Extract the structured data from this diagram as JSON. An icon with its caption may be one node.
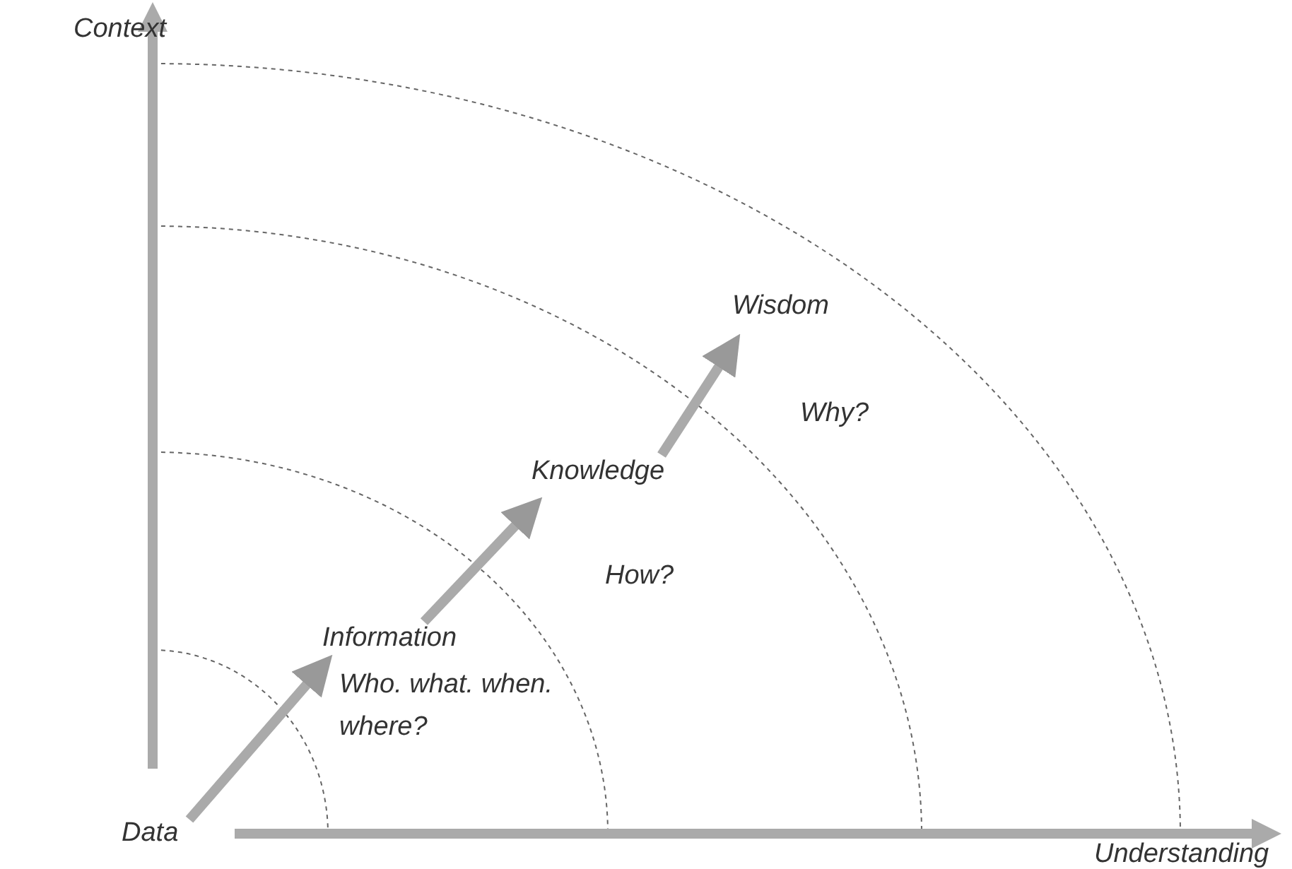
{
  "diagram": {
    "nodes": [
      {
        "text": [
          "Data"
        ]
      },
      {
        "text": [
          "Information",
          "Who. what. when. where?"
        ]
      },
      {
        "text": [
          "Knowledge",
          "How?"
        ]
      },
      {
        "text": [
          "Wisdom",
          "Why?"
        ]
      }
    ],
    "edges": [
      {
        "from": 0,
        "to": 1,
        "arrow": "to"
      },
      {
        "from": 1,
        "to": 2,
        "arrow": "to"
      },
      {
        "from": 2,
        "to": 3,
        "arrow": "to"
      }
    ],
    "labels": [
      "Context",
      "Understanding"
    ]
  }
}
